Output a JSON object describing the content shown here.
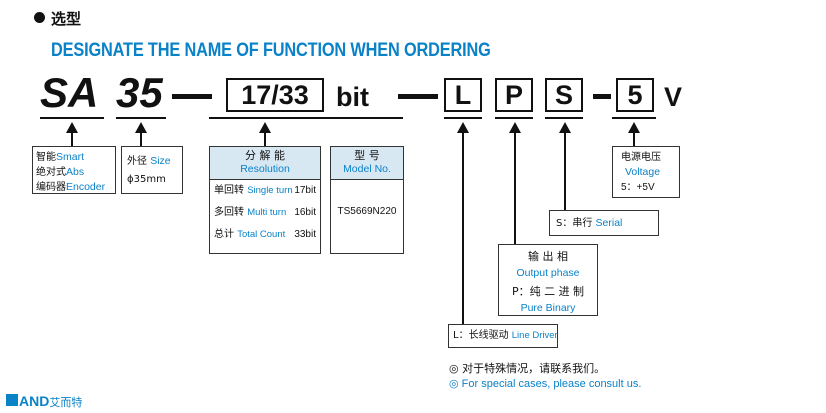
{
  "section_title": "选型",
  "headline": "DESIGNATE THE NAME OF FUNCTION WHEN ORDERING",
  "code": {
    "series": "SA",
    "size": "35",
    "bits": "17/33",
    "bit_unit": "bit",
    "line_driver": "L",
    "output_phase": "P",
    "serial": "S",
    "voltage": "5",
    "voltage_unit": "V"
  },
  "desc_function": [
    {
      "cn": "智能",
      "en": "Smart"
    },
    {
      "cn": "绝对式",
      "en": "Abs"
    },
    {
      "cn": "编码器",
      "en": "Encoder"
    }
  ],
  "desc_size": {
    "cn": "外径",
    "en": "Size",
    "value": "ϕ35mm"
  },
  "resolution": {
    "header_cn": "分 解 能",
    "header_en": "Resolution",
    "rows": [
      {
        "cn": "单回转",
        "en": "Single turn",
        "value": "17bit"
      },
      {
        "cn": "多回转",
        "en": "Multi turn",
        "value": "16bit"
      },
      {
        "cn": "总计",
        "en": "Total Count",
        "value": "33bit"
      }
    ]
  },
  "model": {
    "header_cn": "型 号",
    "header_en": "Model No.",
    "value": "TS5669N220"
  },
  "voltage_box": {
    "cn": "电源电压",
    "en": "Voltage",
    "value": "5：+5V"
  },
  "serial_box": {
    "prefix": "S：串行",
    "en": "Serial"
  },
  "output_box": {
    "cn": "输 出 相",
    "en": "Output phase",
    "line": "P：纯 二 进 制",
    "line_en": "Pure Binary"
  },
  "line_box": {
    "prefix": "L：长线驱动",
    "en": "Line Driver"
  },
  "notes": {
    "cn": "◎ 对于特殊情况，请联系我们。",
    "en": "◎ For special cases, please consult us."
  },
  "logo": {
    "text": "AND",
    "cn": "艾而特"
  },
  "colors": {
    "accent": "#0a82c8",
    "header_fill": "#d8e8f3"
  }
}
